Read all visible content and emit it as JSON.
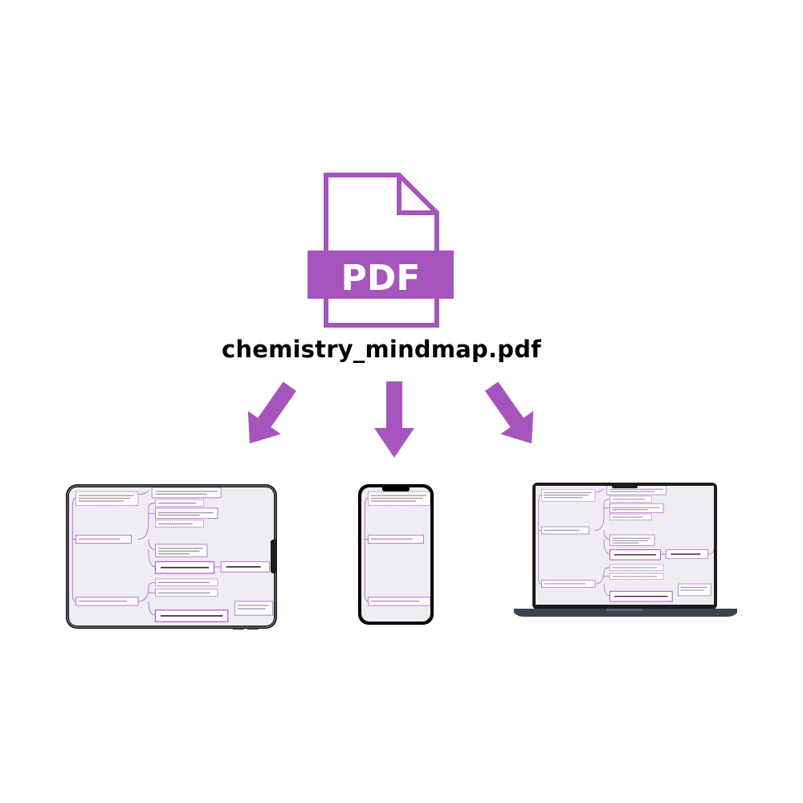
{
  "file": {
    "icon_label": "PDF",
    "filename": "chemistry_mindmap.pdf"
  },
  "colors": {
    "accent": "#a555bb",
    "screen_bg": "#eeedf2",
    "device_frame": "#1c1c1e",
    "laptop_body": "#3b4250"
  },
  "devices": [
    {
      "name": "tablet"
    },
    {
      "name": "phone"
    },
    {
      "name": "laptop"
    }
  ]
}
